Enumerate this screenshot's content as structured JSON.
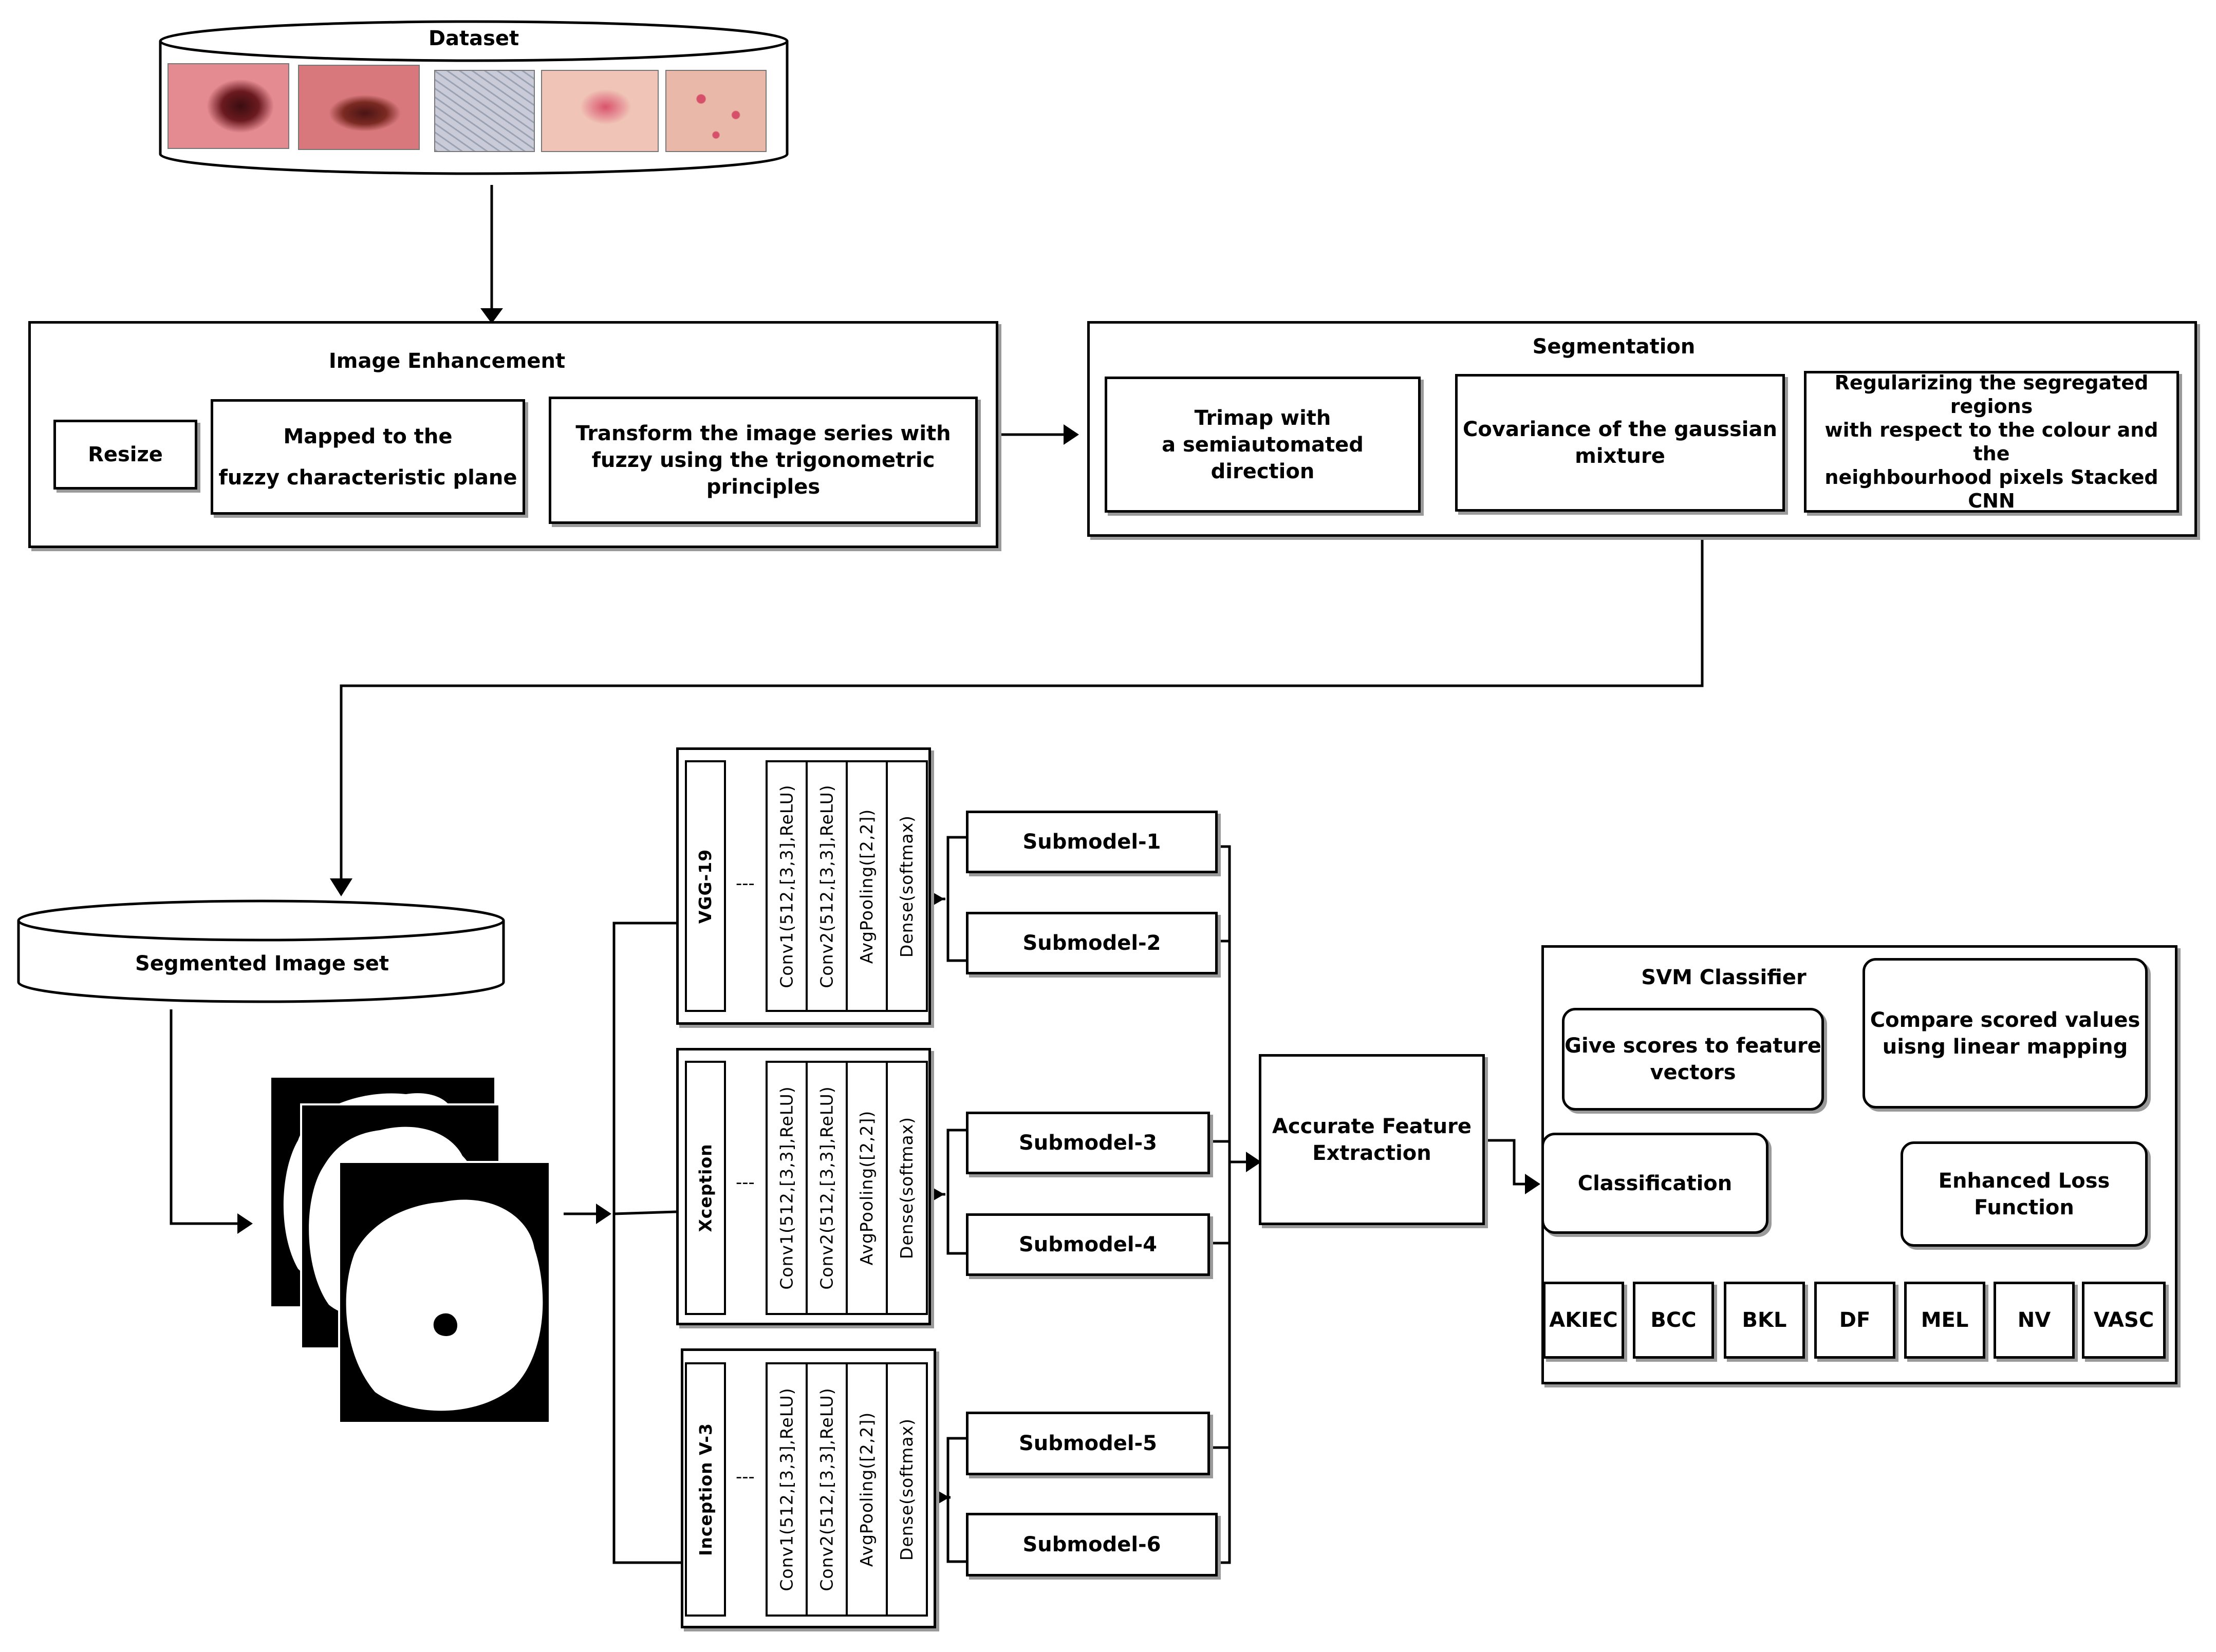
{
  "dataset": {
    "title": "Dataset",
    "thumbnails": [
      "lesion-image-1",
      "lesion-image-2",
      "lesion-image-3",
      "lesion-image-4",
      "lesion-image-5"
    ]
  },
  "enhancement": {
    "title": "Image Enhancement",
    "resize": "Resize",
    "mapped_line1": "Mapped to the",
    "mapped_line2": "fuzzy characteristic plane",
    "transform_line1": "Transform the image series with",
    "transform_line2": "fuzzy using the trigonometric  principles"
  },
  "segmentation": {
    "title": "Segmentation",
    "trimap_line1": "Trimap with",
    "trimap_line2": "a semiautomated  direction",
    "covariance_line1": "Covariance of the gaussian",
    "covariance_line2": "mixture",
    "regular_line1": "Regularizing the segregated  regions",
    "regular_line2": "with respect  to the colour and the",
    "regular_line3": "neighbourhood pixels Stacked CNN"
  },
  "segmented_set": {
    "title": "Segmented Image set"
  },
  "models": [
    {
      "name": "VGG-19",
      "dots": "---",
      "conv1": "Conv1(512,[3,3],ReLU)",
      "conv2": "Conv2(512,[3,3],ReLU)",
      "pool": "AvgPooling([2,2])",
      "dense": "Dense(softmax)"
    },
    {
      "name": "Xception",
      "dots": "---",
      "conv1": "Conv1(512,[3,3],ReLU)",
      "conv2": "Conv2(512,[3,3],ReLU)",
      "pool": "AvgPooling([2,2])",
      "dense": "Dense(softmax)"
    },
    {
      "name": "Inception V-3",
      "dots": "---",
      "conv1": "Conv1(512,[3,3],ReLU)",
      "conv2": "Conv2(512,[3,3],ReLU)",
      "pool": "AvgPooling([2,2])",
      "dense": "Dense(softmax)"
    }
  ],
  "submodels": [
    "Submodel-1",
    "Submodel-2",
    "Submodel-3",
    "Submodel-4",
    "Submodel-5",
    "Submodel-6"
  ],
  "feature": {
    "line1": "Accurate Feature",
    "line2": "Extraction"
  },
  "svm": {
    "title": "SVM Classifier",
    "scores_line1": "Give scores to feature",
    "scores_line2": "vectors",
    "compare_line1": "Compare scored values",
    "compare_line2": "uisng linear mapping",
    "classification": "Classification",
    "loss": "Enhanced Loss Function",
    "classes": [
      "AKIEC",
      "BCC",
      "BKL",
      "DF",
      "MEL",
      "NV",
      "VASC"
    ]
  }
}
